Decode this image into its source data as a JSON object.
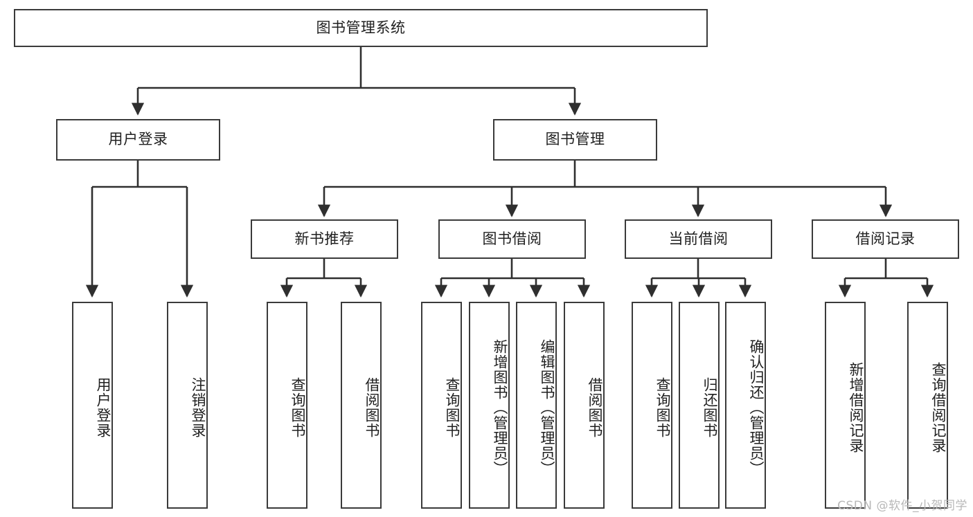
{
  "diagram": {
    "title": "图书管理系统",
    "type": "function-structure-tree",
    "root": {
      "id": "root",
      "label": "图书管理系统"
    },
    "level1": [
      {
        "id": "user-login",
        "label": "用户登录"
      },
      {
        "id": "book-manage",
        "label": "图书管理"
      }
    ],
    "level2": [
      {
        "id": "new-book-rec",
        "label": "新书推荐",
        "parent": "book-manage"
      },
      {
        "id": "book-borrow",
        "label": "图书借阅",
        "parent": "book-manage"
      },
      {
        "id": "current-borrow",
        "label": "当前借阅",
        "parent": "book-manage"
      },
      {
        "id": "borrow-record",
        "label": "借阅记录",
        "parent": "book-manage"
      }
    ],
    "leaves": [
      {
        "id": "leaf-user-login",
        "label": "用户登录",
        "parent": "user-login"
      },
      {
        "id": "leaf-logout",
        "label": "注销登录",
        "parent": "user-login"
      },
      {
        "id": "leaf-query-book-1",
        "label": "查询图书",
        "parent": "new-book-rec"
      },
      {
        "id": "leaf-borrow-book-1",
        "label": "借阅图书",
        "parent": "new-book-rec"
      },
      {
        "id": "leaf-query-book-2",
        "label": "查询图书",
        "parent": "book-borrow"
      },
      {
        "id": "leaf-add-book",
        "label": "新增图书（管理员）",
        "parent": "book-borrow"
      },
      {
        "id": "leaf-edit-book",
        "label": "编辑图书（管理员）",
        "parent": "book-borrow"
      },
      {
        "id": "leaf-borrow-book-2",
        "label": "借阅图书",
        "parent": "book-borrow"
      },
      {
        "id": "leaf-query-book-3",
        "label": "查询图书",
        "parent": "current-borrow"
      },
      {
        "id": "leaf-return-book",
        "label": "归还图书",
        "parent": "current-borrow"
      },
      {
        "id": "leaf-confirm-return",
        "label": "确认归还（管理员）",
        "parent": "current-borrow"
      },
      {
        "id": "leaf-add-record",
        "label": "新增借阅记录",
        "parent": "borrow-record"
      },
      {
        "id": "leaf-query-record",
        "label": "查询借阅记录",
        "parent": "borrow-record"
      }
    ],
    "colors": {
      "stroke": "#3a3a3a",
      "fill": "#ffffff",
      "text": "#1f1f1f",
      "watermark": "#b8b8b8"
    }
  },
  "watermark": {
    "text": "CSDN @软件_小贺同学"
  }
}
